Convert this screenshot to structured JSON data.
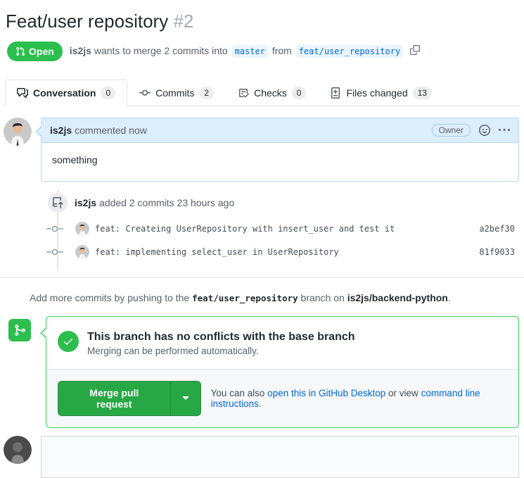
{
  "page": {
    "title": "Feat/user repository",
    "number": "#2"
  },
  "state": {
    "label": "Open"
  },
  "meta": {
    "author": "is2js",
    "action": "wants to merge 2 commits into",
    "base_branch": "master",
    "from_word": "from",
    "head_branch": "feat/user_repository"
  },
  "tabs": [
    {
      "label": "Conversation",
      "count": "0"
    },
    {
      "label": "Commits",
      "count": "2"
    },
    {
      "label": "Checks",
      "count": "0"
    },
    {
      "label": "Files changed",
      "count": "13"
    }
  ],
  "comment": {
    "author": "is2js",
    "action": "commented now",
    "badge": "Owner",
    "body": "something"
  },
  "timeline": {
    "event": {
      "author": "is2js",
      "text": "added 2 commits 23 hours ago"
    },
    "commits": [
      {
        "message": "feat: Createing UserRepository with insert_user and test it",
        "hash": "a2bef30"
      },
      {
        "message": "feat: implementing select_user in UserRepository",
        "hash": "81f9033"
      }
    ]
  },
  "push_note": {
    "prefix": "Add more commits by pushing to the",
    "branch": "feat/user_repository",
    "middle": "branch on",
    "repo": "is2js/backend-python",
    "suffix": "."
  },
  "merge_box": {
    "title": "This branch has no conflicts with the base branch",
    "subtitle": "Merging can be performed automatically.",
    "button_label": "Merge pull request",
    "helper_prefix": "You can also",
    "helper_link1": "open this in GitHub Desktop",
    "helper_middle": "or view",
    "helper_link2": "command line instructions",
    "helper_suffix": "."
  },
  "colors": {
    "state_open_green": "#2cbe4e",
    "merge_button_green": "#28a745",
    "merge_border_green": "#34d058",
    "link_blue": "#0366d6",
    "branch_label_bg": "#eaf5ff",
    "comment_header_bg": "#dcedfb",
    "comment_border": "#bcd6f1",
    "border_gray": "#e1e4e8",
    "muted_text": "#586069"
  },
  "icons": {
    "state": "git-pull-request-icon",
    "tab0": "comment-discussion-icon",
    "tab1": "git-commit-icon",
    "tab2": "checklist-icon",
    "tab3": "file-diff-icon",
    "event": "repo-push-icon",
    "merge": "git-merge-icon",
    "status": "check-icon"
  }
}
